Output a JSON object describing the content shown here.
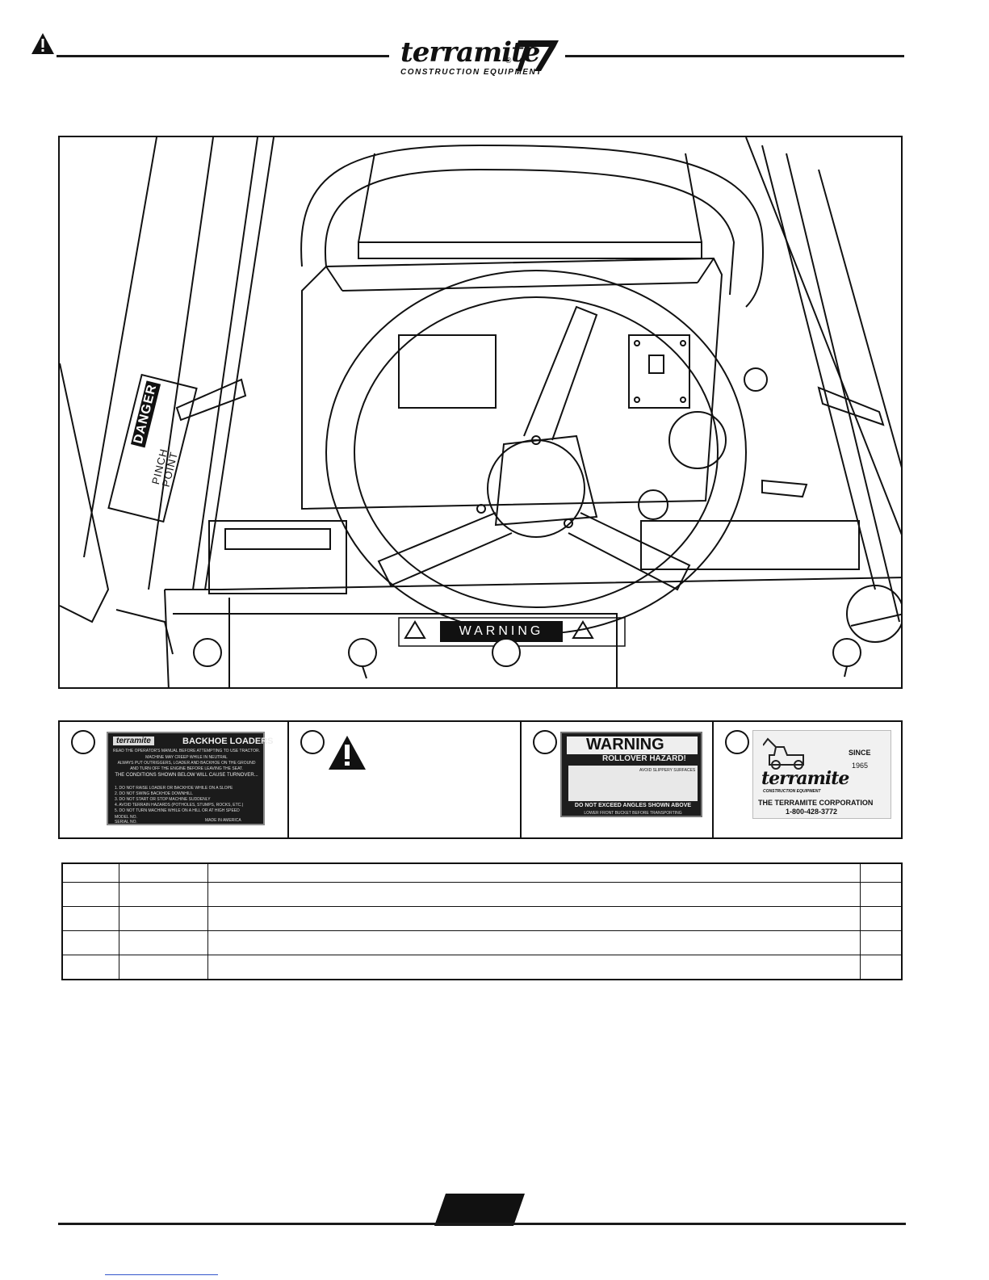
{
  "header": {
    "alert_icon": "warning-triangle-icon",
    "logo": {
      "wordmark": "terramite",
      "registered": "®",
      "subline": "CONSTRUCTION EQUIPMENT",
      "model": "T7"
    }
  },
  "figure": {
    "labels": {
      "danger_word": "DANGER",
      "danger_text": "PINCH POINT",
      "warning_word": "WARNING"
    },
    "callouts": [
      "",
      "",
      "",
      ""
    ]
  },
  "decals": [
    {
      "callout": "",
      "brand": "terramite",
      "title": "BACKHOE LOADERS",
      "lines": [
        "READ THE OPERATOR'S MANUAL BEFORE ATTEMPTING TO USE TRACTOR.",
        "MACHINE MAY CREEP WHILE IN NEUTRAL",
        "ALWAYS PUT OUTRIGGERS, LOADER AND BACKHOE ON THE GROUND",
        "AND TURN OFF THE ENGINE BEFORE LEAVING THE SEAT."
      ],
      "subtitle": "THE CONDITIONS SHOWN BELOW WILL CAUSE TURNOVER...",
      "items": [
        "1. DO NOT RAISE LOADER OR BACKHOE WHILE ON A SLOPE",
        "2. DO NOT SWING BACKHOE DOWNHILL",
        "3. DO NOT START OR STOP MACHINE SUDDENLY",
        "4. AVOID TERRAIN HAZARDS (POTHOLES, STUMPS, ROCKS, ETC.)",
        "5. DO NOT TURN MACHINE WHILE ON A HILL OR AT HIGH SPEED"
      ],
      "model_label": "MODEL NO.",
      "serial_label": "SERIAL NO.",
      "made_in": "MADE IN AMERICA"
    },
    {
      "callout": "",
      "icon": "warning-triangle-icon"
    },
    {
      "callout": "",
      "title": "WARNING",
      "subtitle": "ROLLOVER HAZARD!",
      "right_note": "AVOID SLIPPERY SURFACES",
      "bottom": "DO NOT EXCEED ANGLES SHOWN ABOVE",
      "bottom_sub": "LOWER FRONT BUCKET BEFORE TRANSPORTING"
    },
    {
      "callout": "",
      "since": "SINCE",
      "year": "1965",
      "brand": "terramite",
      "brand_sub": "CONSTRUCTION EQUIPMENT",
      "company": "THE TERRAMITE CORPORATION",
      "phone": "1-800-428-3772"
    }
  ],
  "parts_table": {
    "header": [
      "",
      "",
      "",
      ""
    ],
    "rows": [
      [
        "",
        "",
        "",
        ""
      ],
      [
        "",
        "",
        "",
        ""
      ],
      [
        "",
        "",
        "",
        ""
      ],
      [
        "",
        "",
        "",
        ""
      ]
    ]
  },
  "footer": {
    "page_number": ""
  }
}
